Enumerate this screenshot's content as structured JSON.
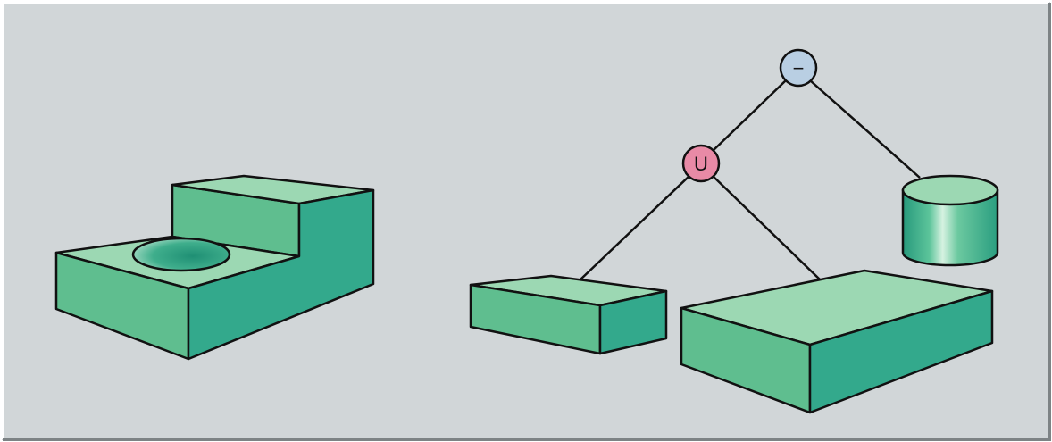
{
  "diagram": {
    "description_type": "csg-tree",
    "background_color": "#d1d6d8",
    "frame_highlight": "#ffffff",
    "frame_shadow": "#7d8385",
    "solid_colors": {
      "top": "#9cd8b3",
      "front": "#5fbe8f",
      "side": "#33a98c",
      "edge": "#111111"
    },
    "nodes": [
      {
        "id": "difference",
        "label": "−",
        "color": "#b9cfe3",
        "kind": "operation"
      },
      {
        "id": "union",
        "label": "U",
        "color": "#e88aa6",
        "kind": "operation"
      },
      {
        "id": "small-box",
        "kind": "primitive",
        "shape": "box"
      },
      {
        "id": "large-box",
        "kind": "primitive",
        "shape": "box"
      },
      {
        "id": "cylinder",
        "kind": "primitive",
        "shape": "cylinder"
      }
    ],
    "edges": [
      [
        "difference",
        "union"
      ],
      [
        "difference",
        "cylinder"
      ],
      [
        "union",
        "small-box"
      ],
      [
        "union",
        "large-box"
      ]
    ],
    "result": {
      "shape": "stepped-block-with-hole"
    }
  }
}
